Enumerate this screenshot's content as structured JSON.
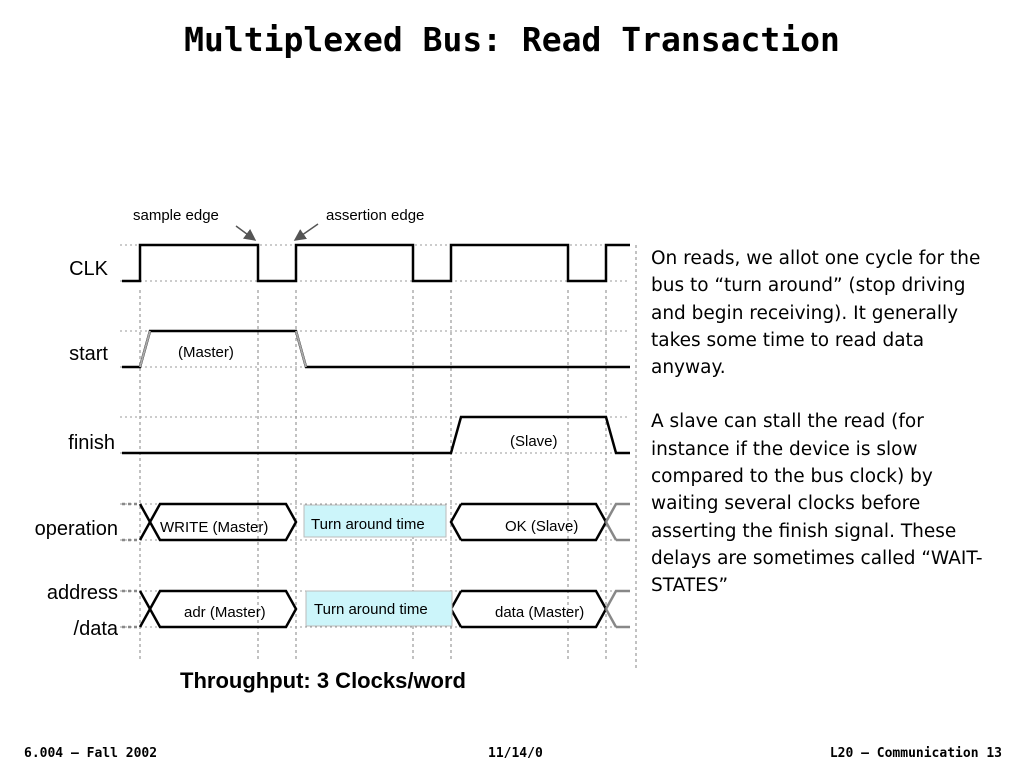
{
  "slide": {
    "title": "Multiplexed Bus: Read Transaction",
    "throughput": "Throughput: 3 Clocks/word"
  },
  "diagram": {
    "annotations": {
      "sample_edge": "sample edge",
      "assertion_edge": "assertion edge"
    },
    "signals": {
      "clk": "CLK",
      "start": "start",
      "finish": "finish",
      "operation": "operation",
      "address_line1": "address",
      "address_line2": "/data"
    },
    "segments": {
      "start_master": "(Master)",
      "finish_slave": "(Slave)",
      "op_write": "WRITE (Master)",
      "op_turnaround": "Turn around time",
      "op_ok": "OK (Slave)",
      "addr_adr": "adr (Master)",
      "addr_turnaround": "Turn around time",
      "addr_data": "data (Master)"
    },
    "colors": {
      "turnaround_fill": "#ccf5fa",
      "dashed_guide": "#9a9a9a"
    }
  },
  "notes": {
    "paragraph1": "On reads, we allot one cycle for the bus to “turn around” (stop driving and begin receiving). It generally takes some time to read data anyway.",
    "paragraph2": "A slave can stall the read (for instance if the device is slow compared to the bus clock) by waiting several clocks before asserting the finish signal. These delays are sometimes called “WAIT-STATES”"
  },
  "footer": {
    "course": "6.004 – Fall 2002",
    "date": "11/14/0",
    "lecture": "L20 – Communication 13"
  }
}
